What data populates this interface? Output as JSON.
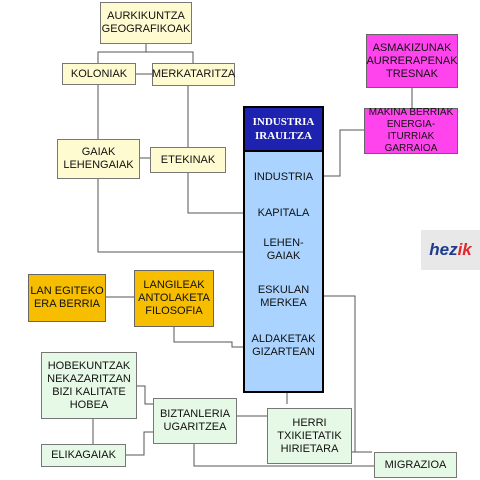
{
  "nodes": {
    "aurkikuntza": "AURKIKUNTZA\nGEOGRAFIKOAK",
    "koloniak": "KOLONIAK",
    "merkataritza": "MERKATARITZA",
    "gaiak": "GAIAK\nLEHENGAIAK",
    "etekinak": "ETEKINAK",
    "asmakizunak": "ASMAKIZUNAK\nAURRERAPENAK\nTRESNAK",
    "makina": "MAKINA BERRIAK\nENERGIA-ITURRIAK\nGARRAIOA",
    "lan_egiteko": "LAN EGITEKO\nERA BERRIA",
    "langileak": "LANGILEAK\nANTOLAKETA\nFILOSOFIA",
    "hobekuntzak": "HOBEKUNTZAK\nNEKAZARITZAN\nBIZI KALITATE\nHOBEA",
    "elikagaiak": "ELIKAGAIAK",
    "biztanleria": "BIZTANLERIA\nUGARITZEA",
    "herri": "HERRI\nTXIKIETATIK\nHIRIETARA",
    "migrazioa": "MIGRAZIOA"
  },
  "central": {
    "header": "INDUSTRIA\nIRAULTZA",
    "items": [
      "INDUSTRIA",
      "KAPITALA",
      "LEHEN-\nGAIAK",
      "ESKULAN\nMERKEA",
      "ALDAKETAK\nGIZARTEAN"
    ]
  },
  "logo": {
    "text_main": "hez",
    "text_accent": "ik"
  },
  "colors": {
    "header_blue": "#1e22b0",
    "body_blue": "#aad4ff",
    "pink": "#ff44ee",
    "orange": "#f7be00",
    "cream": "#fffbd0",
    "green": "#e6f9e6"
  }
}
